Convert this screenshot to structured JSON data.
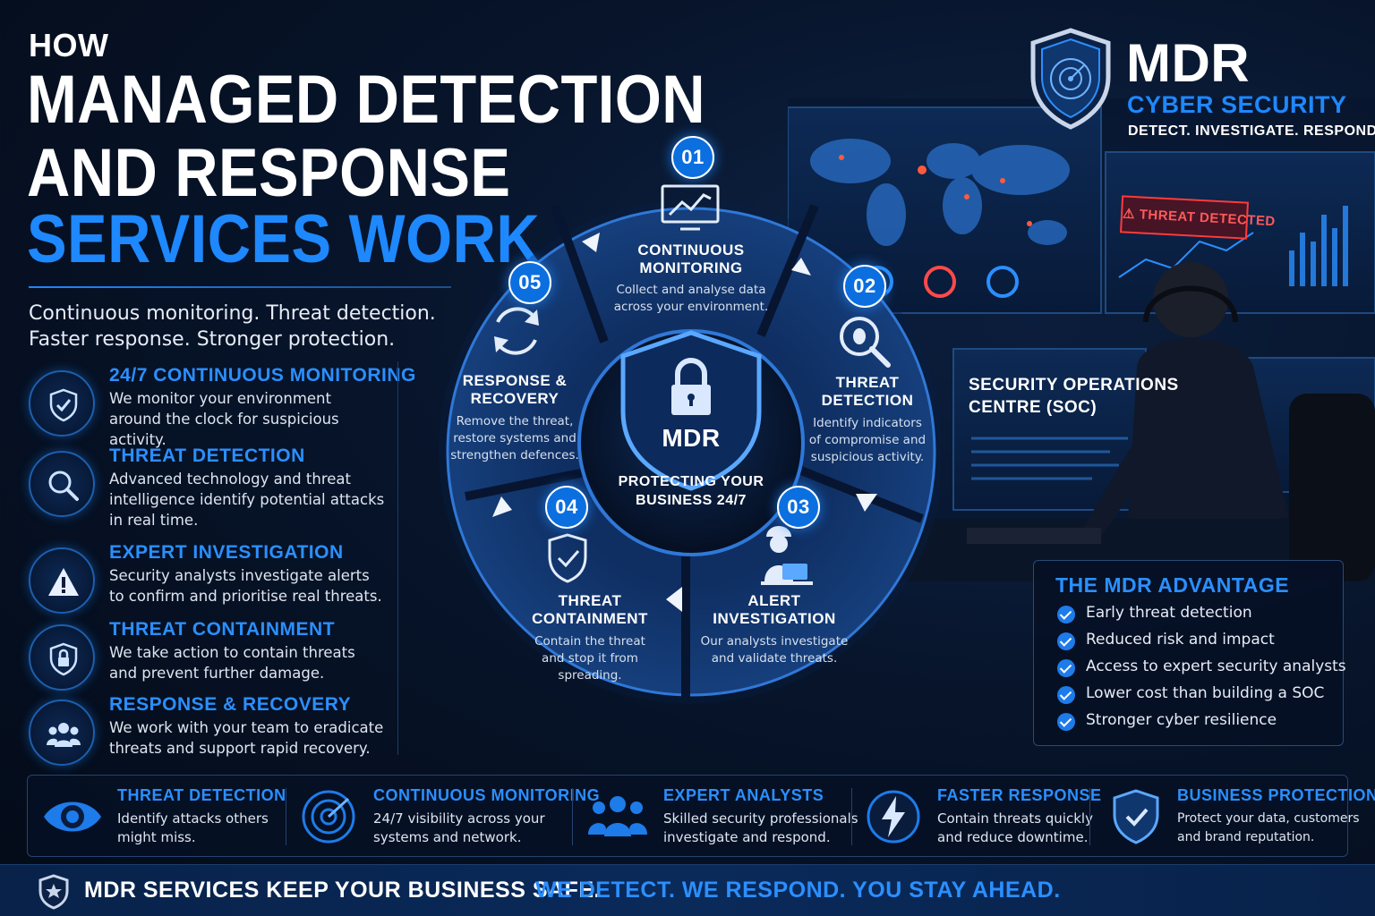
{
  "header": {
    "how": "HOW",
    "line1": "MANAGED DETECTION",
    "line2": "AND RESPONSE",
    "line3": "SERVICES WORK",
    "subtitle_line1": "Continuous monitoring. Threat detection.",
    "subtitle_line2": "Faster response. Stronger protection."
  },
  "features": [
    {
      "title": "24/7 CONTINUOUS MONITORING",
      "desc": "We monitor your environment around the clock for suspicious activity.",
      "icon": "shield-check-icon"
    },
    {
      "title": "THREAT DETECTION",
      "desc": "Advanced technology and threat intelligence identify potential attacks in real time.",
      "icon": "magnifier-icon"
    },
    {
      "title": "EXPERT INVESTIGATION",
      "desc": "Security analysts investigate alerts to confirm and prioritise real threats.",
      "icon": "warning-icon"
    },
    {
      "title": "THREAT CONTAINMENT",
      "desc": "We take action to contain threats and prevent further damage.",
      "icon": "lock-shield-icon"
    },
    {
      "title": "RESPONSE & RECOVERY",
      "desc": "We work with your team to eradicate threats and support rapid recovery.",
      "icon": "team-icon"
    }
  ],
  "cycle": {
    "center_label": "MDR",
    "center_caption_line1": "PROTECTING YOUR",
    "center_caption_line2": "BUSINESS 24/7",
    "steps": [
      {
        "num": "01",
        "title1": "CONTINUOUS",
        "title2": "MONITORING",
        "desc1": "Collect and analyse data",
        "desc2": "across your environment.",
        "desc3": ""
      },
      {
        "num": "02",
        "title1": "THREAT",
        "title2": "DETECTION",
        "desc1": "Identify indicators",
        "desc2": "of compromise and",
        "desc3": "suspicious activity."
      },
      {
        "num": "03",
        "title1": "ALERT",
        "title2": "INVESTIGATION",
        "desc1": "Our analysts investigate",
        "desc2": "and validate threats.",
        "desc3": ""
      },
      {
        "num": "04",
        "title1": "THREAT",
        "title2": "CONTAINMENT",
        "desc1": "Contain the threat",
        "desc2": "and stop it from",
        "desc3": "spreading."
      },
      {
        "num": "05",
        "title1": "RESPONSE &",
        "title2": "RECOVERY",
        "desc1": "Remove the threat,",
        "desc2": "restore systems and",
        "desc3": "strengthen defences."
      }
    ]
  },
  "brand": {
    "name": "MDR",
    "subtitle": "CYBER SECURITY",
    "tagline": "DETECT. INVESTIGATE. RESPOND."
  },
  "dashboard": {
    "alert": "THREAT DETECTED",
    "soc_line1": "SECURITY OPERATIONS",
    "soc_line2": "CENTRE (SOC)"
  },
  "advantage": {
    "title": "THE MDR ADVANTAGE",
    "items": [
      "Early threat detection",
      "Reduced risk and impact",
      "Access to expert security analysts",
      "Lower cost than building a SOC",
      "Stronger cyber resilience"
    ]
  },
  "bottom": [
    {
      "title": "THREAT DETECTION",
      "desc1": "Identify attacks others",
      "desc2": "might miss.",
      "icon": "eye-icon"
    },
    {
      "title": "CONTINUOUS MONITORING",
      "desc1": "24/7 visibility across your",
      "desc2": "systems and network.",
      "icon": "radar-icon"
    },
    {
      "title": "EXPERT ANALYSTS",
      "desc1": "Skilled security professionals",
      "desc2": "investigate and respond.",
      "icon": "people-icon"
    },
    {
      "title": "FASTER RESPONSE",
      "desc1": "Contain threats quickly",
      "desc2": "and reduce downtime.",
      "icon": "lightning-icon"
    },
    {
      "title": "BUSINESS PROTECTION",
      "desc1": "Protect your data, customers",
      "desc2": "and brand reputation.",
      "icon": "shield-icon"
    }
  ],
  "footer": {
    "left": "MDR SERVICES KEEP YOUR BUSINESS SAFE.",
    "right": "WE DETECT. WE RESPOND. YOU STAY AHEAD."
  },
  "colors": {
    "accent": "#1e88ff",
    "background": "#050e1e",
    "alert": "#ff3b3b"
  }
}
